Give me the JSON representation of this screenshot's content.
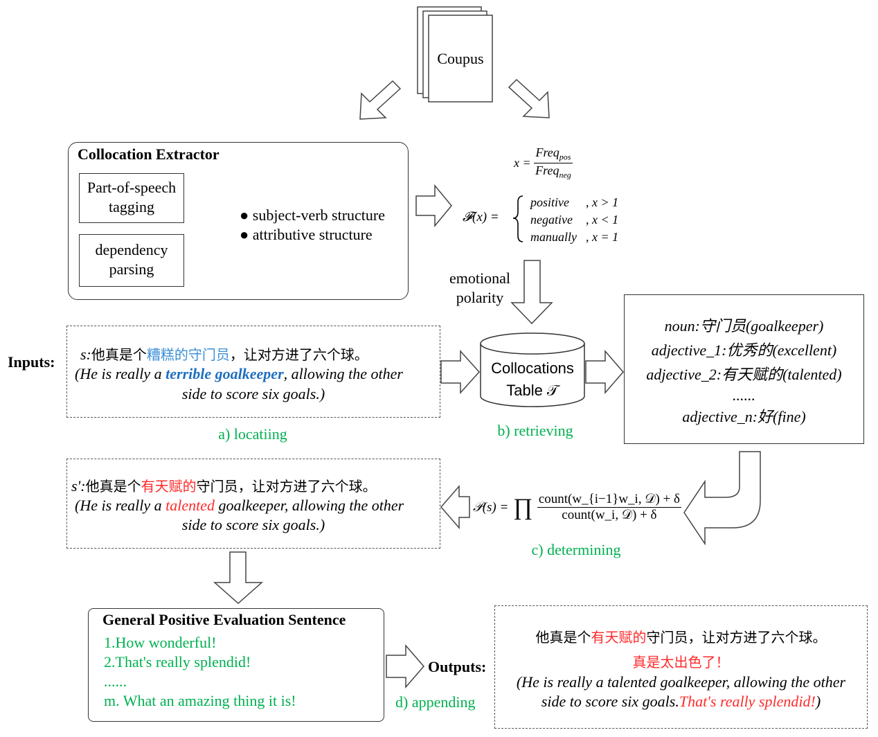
{
  "corpus": {
    "label": "Coupus"
  },
  "extractor": {
    "title": "Collocation Extractor",
    "pos_tagging": "Part-of-speech tagging",
    "dep_parsing": "dependency parsing",
    "out1": "subject-verb structure",
    "out2": "attributive structure"
  },
  "formula": {
    "x_lhs": "x =",
    "freq_pos": "Freq",
    "freq_pos_sub": "pos",
    "freq_neg": "Freq",
    "freq_neg_sub": "neg",
    "f_lhs": "𝓕(x) =",
    "case1": "positive",
    "case1_cond": ", x > 1",
    "case2": "negative",
    "case2_cond": ", x < 1",
    "case3": "manually",
    "case3_cond": ", x = 1"
  },
  "emotional_polarity": {
    "line1": "emotional",
    "line2": "polarity"
  },
  "inputs": {
    "label": "Inputs:",
    "prefix": "s:",
    "zh_pre": "他真是个",
    "zh_hl": "糟糕的守门员",
    "zh_post": "，让对方进了六个球。",
    "en_pre": "(He is really a ",
    "en_hl1": "terrible",
    "en_hl2": "goalkeeper",
    "en_post": ", allowing the other",
    "en_line2": "side to score six goals.)"
  },
  "steps": {
    "a": "a) locatiing",
    "b": "b) retrieving",
    "c": "c) determining",
    "d": "d) appending"
  },
  "collocations_table": {
    "line1": "Collocations",
    "line2": "Table 𝒯"
  },
  "retrieved": {
    "l1": "noun:守门员(goalkeeper)",
    "l2": "adjective_1:优秀的(excellent)",
    "l3": "adjective_2:有天赋的(talented)",
    "l4": "......",
    "l5": "adjective_n:好(fine)"
  },
  "modified": {
    "prefix": "s':",
    "zh_pre": "他真是个",
    "zh_hl": "有天赋的",
    "zh_post": "守门员，让对方进了六个球。",
    "en_pre": "(He is really a ",
    "en_hl": "talented",
    "en_post": " goalkeeper, allowing the other",
    "en_line2": "side to score six goals.)"
  },
  "prob_formula": {
    "lhs": "𝒫(s) =",
    "prod": "∏",
    "num": "count(w_{i−1}w_i, 𝒟) + δ",
    "den": "count(w_i, 𝒟) + δ"
  },
  "general": {
    "title": "General Positive Evaluation Sentence",
    "s1": "1.How wonderful!",
    "s2": "2.That's really splendid!",
    "s3": "......",
    "s4": "m. What an amazing thing it is!"
  },
  "outputs": {
    "label": "Outputs:",
    "zh1_pre": "他真是个",
    "zh1_hl": "有天赋的",
    "zh1_post": "守门员，让对方进了六个球。",
    "zh2": "真是太出色了！",
    "en1": "(He is really a talented goalkeeper, allowing the other",
    "en2_pre": "side to score six goals.",
    "en2_hl": "That's really splendid!",
    "en2_post": ")"
  },
  "colors": {
    "green": "#00b050",
    "red": "#ff2a2a",
    "blue": "#3d8fd6"
  }
}
